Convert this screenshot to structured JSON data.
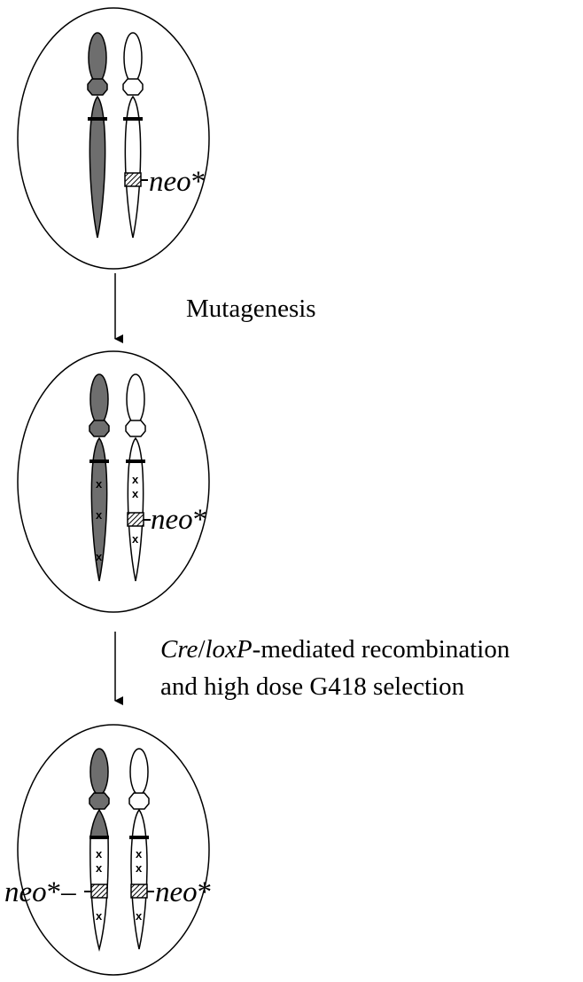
{
  "steps": [
    {
      "label_segments": []
    },
    {
      "label_segments": [
        {
          "text": "Mutagenesis",
          "italic": false
        }
      ]
    },
    {
      "label_segments": [
        {
          "text": "Cre",
          "italic": true
        },
        {
          "text": "/",
          "italic": false
        },
        {
          "text": "loxP",
          "italic": true
        },
        {
          "text": "-mediated recombination",
          "italic": false
        }
      ],
      "label_line2": "and high dose G418 selection"
    }
  ],
  "marker": {
    "gene": "neo",
    "suffix": "*"
  },
  "colors": {
    "outline": "#000000",
    "shaded_chromosome": "#6e6e6e",
    "open_chromosome": "#ffffff",
    "background": "#ffffff"
  },
  "mutation_symbol": "x"
}
